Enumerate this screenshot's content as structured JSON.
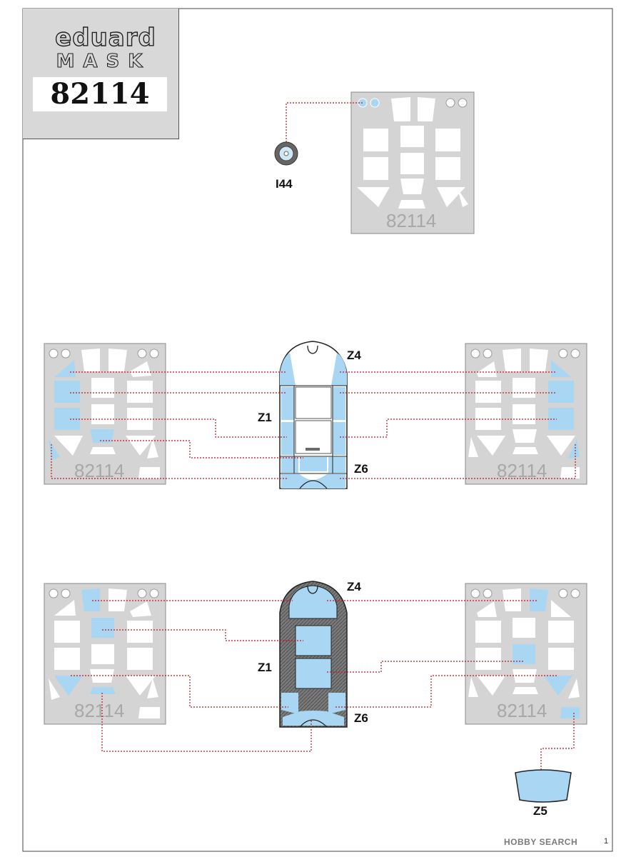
{
  "brand": {
    "logo_top": "eduard",
    "logo_bottom": "MASK",
    "product_code": "82114"
  },
  "sheet_code": "82114",
  "labels": {
    "wheel_part": "I44",
    "canopy_part_top": "Z4",
    "canopy_part_side": "Z1",
    "canopy_part_rear": "Z6",
    "windscreen_part": "Z5"
  },
  "footer": {
    "watermark": "HOBBY SEARCH",
    "page": "1"
  },
  "colors": {
    "mask_fill": "#a9d6f2",
    "sheet_fill": "#d4d4d4",
    "leader_line": "#c0181f",
    "frame_fill": "#6b6b6b"
  }
}
